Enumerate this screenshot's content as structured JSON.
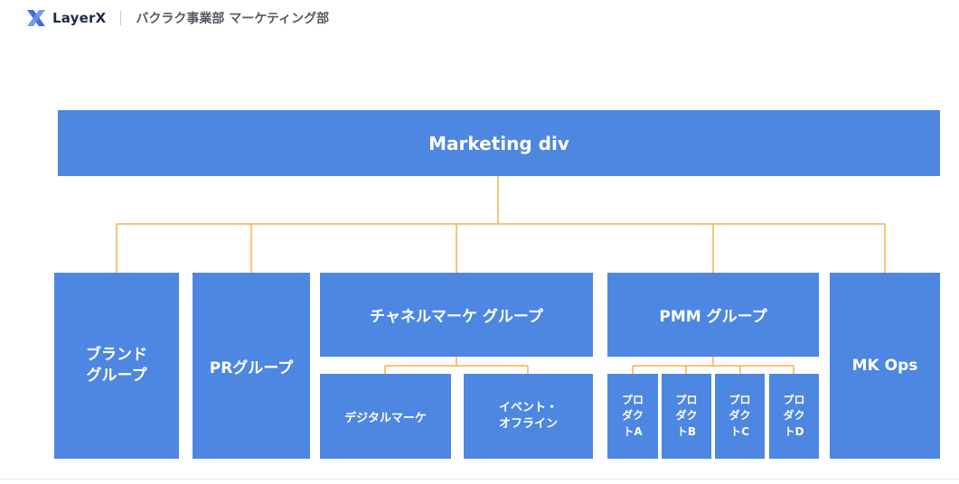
{
  "header": {
    "logo_text": "LayerX",
    "title": "バクラク事業部 マーケティング部"
  },
  "org": {
    "root": "Marketing div",
    "brand": "ブランド\nグループ",
    "pr": "PRグループ",
    "channel": "チャネルマーケ グループ",
    "channel_children": [
      "デジタルマーケ",
      "イベント・\nオフライン"
    ],
    "pmm": "PMM グループ",
    "pmm_children": [
      "プロ\nダク\nトA",
      "プロ\nダク\nトB",
      "プロ\nダク\nトC",
      "プロ\nダク\nトD"
    ],
    "mkops": "MK Ops"
  },
  "colors": {
    "box": "#4d87e2",
    "connector": "#f2b24a"
  }
}
